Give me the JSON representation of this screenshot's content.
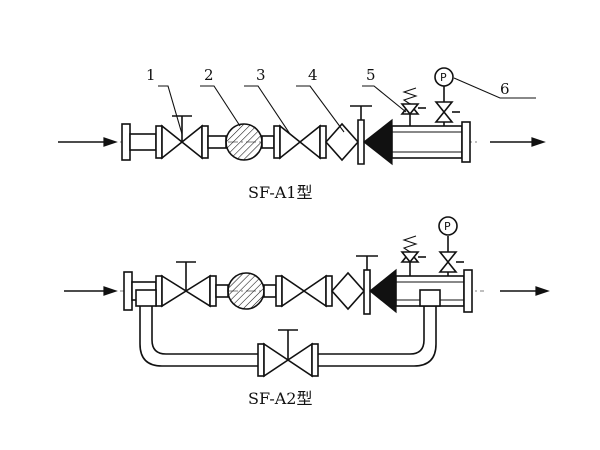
{
  "labels": {
    "n1": "1",
    "n2": "2",
    "n3": "3",
    "n4": "4",
    "n5": "5",
    "n6": "6"
  },
  "gauge_symbol": "P",
  "titles": {
    "a1": "SF-A1型",
    "a2": "SF-A2型"
  }
}
